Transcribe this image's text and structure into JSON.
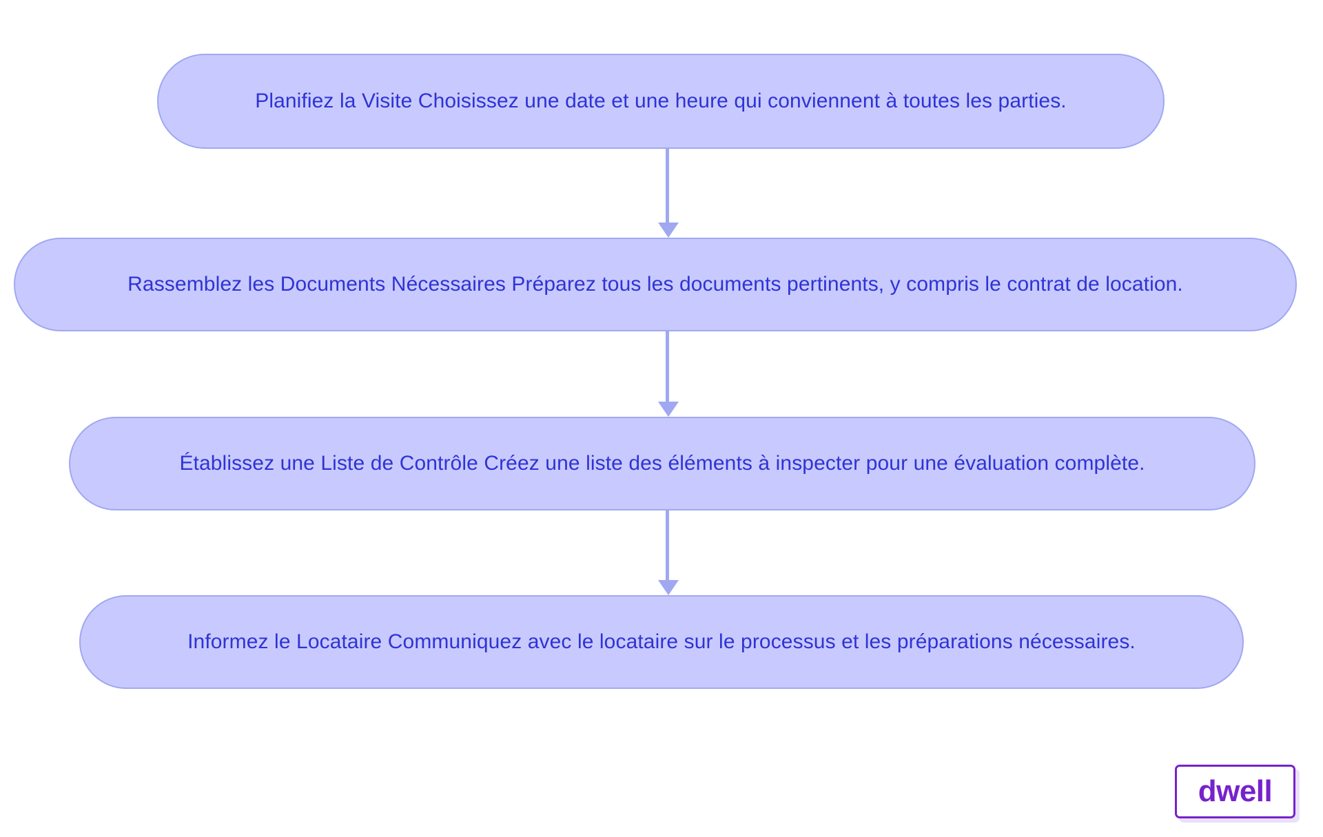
{
  "diagram": {
    "type": "flowchart",
    "orientation": "vertical",
    "language": "fr",
    "background_color": "#ffffff",
    "node_fill_color": "#c8caff",
    "node_border_color": "#9fa8f0",
    "node_text_color": "#2f33d4",
    "connector_color": "#9fa8f0",
    "nodes": [
      {
        "id": "node-0",
        "label": "Planifiez la Visite Choisissez une date et une heure qui conviennent à toutes les parties."
      },
      {
        "id": "node-1",
        "label": "Rassemblez les Documents Nécessaires Préparez tous les documents pertinents, y compris le contrat de location."
      },
      {
        "id": "node-2",
        "label": "Établissez une Liste de Contrôle Créez une liste des éléments à inspecter pour une évaluation complète."
      },
      {
        "id": "node-3",
        "label": "Informez le Locataire Communiquez avec le locataire sur le processus et les préparations nécessaires."
      }
    ],
    "connectors": [
      {
        "id": "connector-0",
        "from": "node-0",
        "to": "node-1",
        "arrow": "down-arrow-icon"
      },
      {
        "id": "connector-1",
        "from": "node-1",
        "to": "node-2",
        "arrow": "down-arrow-icon"
      },
      {
        "id": "connector-2",
        "from": "node-2",
        "to": "node-3",
        "arrow": "down-arrow-icon"
      }
    ]
  },
  "brand": {
    "name": "dwell",
    "text_color": "#7722cc",
    "border_color": "#7722cc",
    "background_color": "#ffffff"
  }
}
